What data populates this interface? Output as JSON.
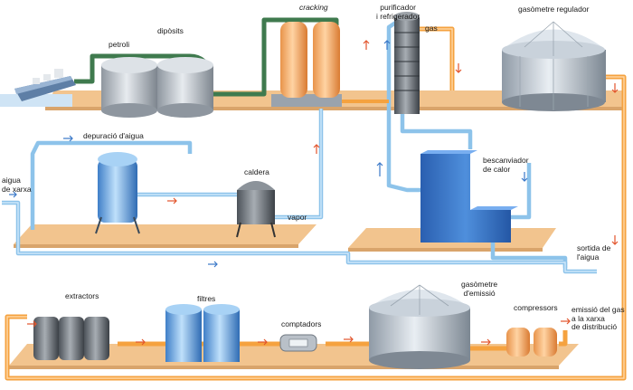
{
  "labels": {
    "diposits": "dipòsits",
    "petroli": "petroli",
    "cracking": "cracking",
    "purificador": "purificador\ni refrigerador",
    "gas": "gas",
    "gasometre_regulador": "gasòmetre regulador",
    "depuracio": "depuració d'aigua",
    "aigua_xarxa": "aigua\nde xarxa",
    "caldera": "caldera",
    "vapor": "vapor",
    "bescanviador": "bescanviador\nde calor",
    "sortida": "sortida de\nl'aigua",
    "extractors": "extractors",
    "filtres": "filtres",
    "comptadors": "comptadors",
    "gasometre_emissio": "gasòmetre\nd'emissió",
    "compressors": "compressors",
    "emissio_gas": "emissió del gas\na la xarxa\nde distribució"
  },
  "colors": {
    "platform": "#f2c48e",
    "pipe_orange": "#f5a23f",
    "pipe_blue": "#8dc3ea",
    "pipe_green": "#4f8a5c",
    "tank_grey": "#b9c0c8",
    "arrow_red": "#e2542b",
    "arrow_blue": "#3a78c8"
  }
}
